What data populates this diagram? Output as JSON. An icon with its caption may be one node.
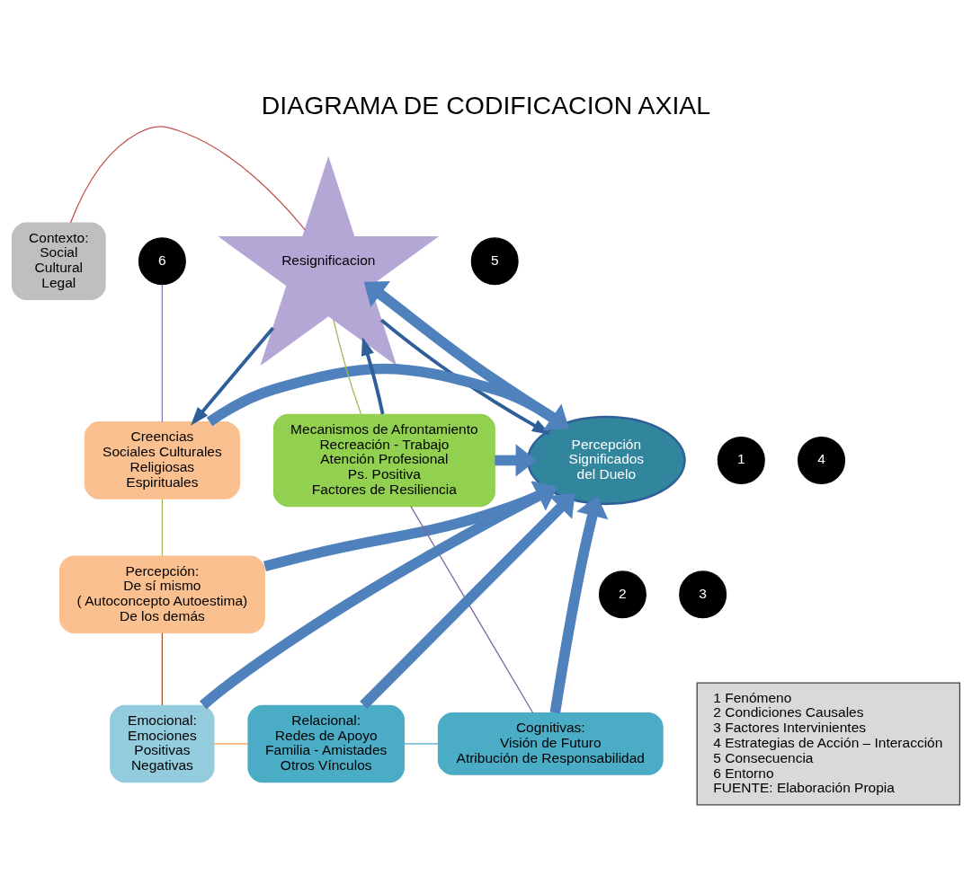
{
  "diagram": {
    "title": "DIAGRAMA DE CODIFICACION AXIAL",
    "nodes": [
      {
        "text": [
          "Contexto:",
          "Social",
          "Cultural",
          "Legal"
        ]
      },
      {
        "text": [
          "Resignificacion"
        ]
      },
      {
        "text": [
          "Creencias",
          "Sociales Culturales",
          "Religiosas",
          "Espirituales"
        ]
      },
      {
        "text": [
          "Percepción:",
          "De sí mismo",
          "( Autoconcepto Autoestima)",
          "De los demás"
        ]
      },
      {
        "text": [
          "Percepción",
          "Significados",
          "del Duelo"
        ]
      },
      {
        "text": [
          "Mecanismos de Afrontamiento",
          "Recreación - Trabajo",
          "Atención Profesional",
          "Ps. Positiva",
          "Factores de Resiliencia"
        ]
      },
      {
        "text": [
          "Cognitivas:",
          "Visión de Futuro",
          "Atribución de Responsabilidad"
        ]
      },
      {
        "text": [
          "Emocional:",
          "Emociones",
          "Positivas",
          "Negativas"
        ]
      },
      {
        "text": [
          "Relacional:",
          "Redes de Apoyo",
          "Familia - Amistades",
          "Otros Vínculos"
        ]
      },
      {
        "text": [
          "6"
        ]
      },
      {
        "text": [
          "5"
        ]
      },
      {
        "text": [
          "1"
        ]
      },
      {
        "text": [
          "4"
        ]
      },
      {
        "text": [
          "2"
        ]
      },
      {
        "text": [
          "3"
        ]
      },
      {
        "text": [
          "1 Fenómeno",
          "2 Condiciones Causales",
          "3 Factores Intervinientes",
          "4 Estrategias de Acción – Interacción",
          "5 Consecuencia",
          "6 Entorno",
          "FUENTE: Elaboración Propia"
        ]
      }
    ],
    "edges": [
      {
        "from": 0,
        "to": 1,
        "arrow": "none",
        "color": "#c0504d"
      },
      {
        "from": 9,
        "to": 2,
        "arrow": "none",
        "color": "#7f7fb2"
      },
      {
        "from": 2,
        "to": 3,
        "arrow": "none",
        "color": "#9bbb59"
      },
      {
        "from": 3,
        "to": 7,
        "arrow": "none",
        "color": "#a0522d"
      },
      {
        "from": 7,
        "to": 8,
        "arrow": "none",
        "color": "#f79646"
      },
      {
        "from": 8,
        "to": 6,
        "arrow": "none",
        "color": "#4bacc6"
      },
      {
        "from": 6,
        "to": 5,
        "arrow": "none",
        "color": "#8064a2"
      },
      {
        "from": 5,
        "to": 1,
        "arrow": "none",
        "color": "#9bbb59"
      },
      {
        "from": 2,
        "to": 4,
        "arrow": "to",
        "style": "thick",
        "color": "#4f81bd"
      },
      {
        "from": 3,
        "to": 4,
        "arrow": "to",
        "style": "thick",
        "color": "#4f81bd"
      },
      {
        "from": 5,
        "to": 4,
        "arrow": "to",
        "style": "thick",
        "color": "#4f81bd"
      },
      {
        "from": 7,
        "to": 4,
        "arrow": "to",
        "style": "thick",
        "color": "#4f81bd"
      },
      {
        "from": 8,
        "to": 4,
        "arrow": "to",
        "style": "thick",
        "color": "#4f81bd"
      },
      {
        "from": 6,
        "to": 4,
        "arrow": "to",
        "style": "thick",
        "color": "#4f81bd"
      },
      {
        "from": 4,
        "to": 1,
        "arrow": "to",
        "style": "thick",
        "color": "#4f81bd"
      },
      {
        "from": 1,
        "to": 2,
        "arrow": "to",
        "color": "#2f5f98"
      },
      {
        "from": 1,
        "to": 4,
        "arrow": "to",
        "color": "#2f5f98"
      },
      {
        "from": 5,
        "to": 1,
        "arrow": "to",
        "color": "#2f5f98"
      }
    ]
  }
}
